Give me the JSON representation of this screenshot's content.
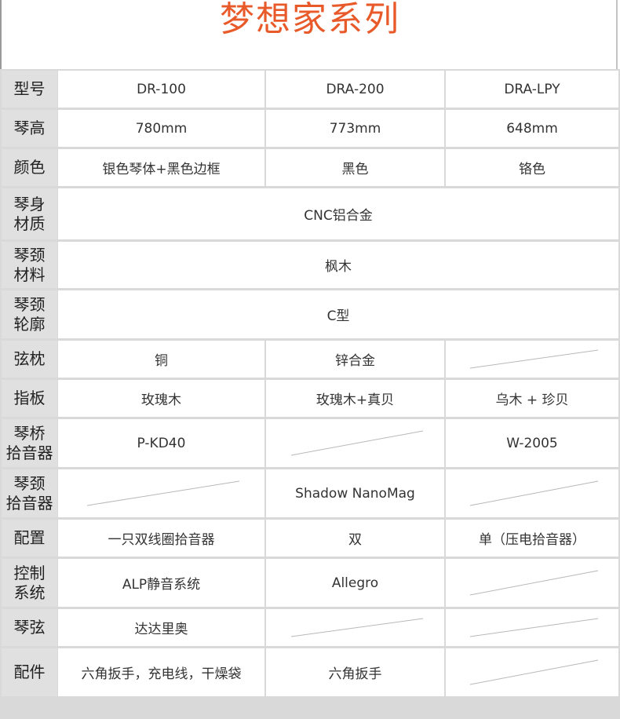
{
  "page_title": "梦想家系列",
  "rows": [
    {
      "label": [
        "型号"
      ],
      "cells": [
        {
          "t": "DR-100"
        },
        {
          "t": "DRA-200"
        },
        {
          "t": "DRA-LPY"
        }
      ]
    },
    {
      "label": [
        "琴高"
      ],
      "cells": [
        {
          "t": "780mm"
        },
        {
          "t": "773mm"
        },
        {
          "t": "648mm"
        }
      ]
    },
    {
      "label": [
        "颜色"
      ],
      "cells": [
        {
          "t": "银色琴体+黑色边框"
        },
        {
          "t": "黑色"
        },
        {
          "t": "铬色"
        }
      ]
    },
    {
      "label": [
        "琴身",
        "材质"
      ],
      "cells": [
        {
          "t": "CNC铝合金",
          "span": 3
        }
      ]
    },
    {
      "label": [
        "琴颈",
        "材料"
      ],
      "cells": [
        {
          "t": "枫木",
          "span": 3
        }
      ]
    },
    {
      "label": [
        "琴颈",
        "轮廓"
      ],
      "cells": [
        {
          "t": "C型",
          "span": 3
        }
      ]
    },
    {
      "label": [
        "弦枕"
      ],
      "cells": [
        {
          "t": "铜"
        },
        {
          "t": "锌合金"
        },
        {
          "t": null
        }
      ]
    },
    {
      "label": [
        "指板"
      ],
      "cells": [
        {
          "t": "玫瑰木"
        },
        {
          "t": "玫瑰木+真贝"
        },
        {
          "t": "乌木 + 珍贝"
        }
      ]
    },
    {
      "label": [
        "琴桥",
        "拾音器"
      ],
      "cells": [
        {
          "t": "P-KD40"
        },
        {
          "t": null
        },
        {
          "t": "W-2005"
        }
      ]
    },
    {
      "label": [
        "琴颈",
        "拾音器"
      ],
      "cells": [
        {
          "t": null
        },
        {
          "t": "Shadow NanoMag"
        },
        {
          "t": null
        }
      ]
    },
    {
      "label": [
        "配置"
      ],
      "cells": [
        {
          "t": "一只双线圈拾音器"
        },
        {
          "t": "双"
        },
        {
          "t": "单（压电拾音器）"
        }
      ]
    },
    {
      "label": [
        "控制",
        "系统"
      ],
      "cells": [
        {
          "t": "ALP静音系统"
        },
        {
          "t": "Allegro"
        },
        {
          "t": null
        }
      ]
    },
    {
      "label": [
        "琴弦"
      ],
      "cells": [
        {
          "t": "达达里奥"
        },
        {
          "t": null
        },
        {
          "t": null
        }
      ]
    },
    {
      "label": [
        "配件"
      ],
      "cells": [
        {
          "t": "六角扳手，充电线，干燥袋"
        },
        {
          "t": "六角扳手"
        },
        {
          "t": null
        }
      ]
    }
  ]
}
